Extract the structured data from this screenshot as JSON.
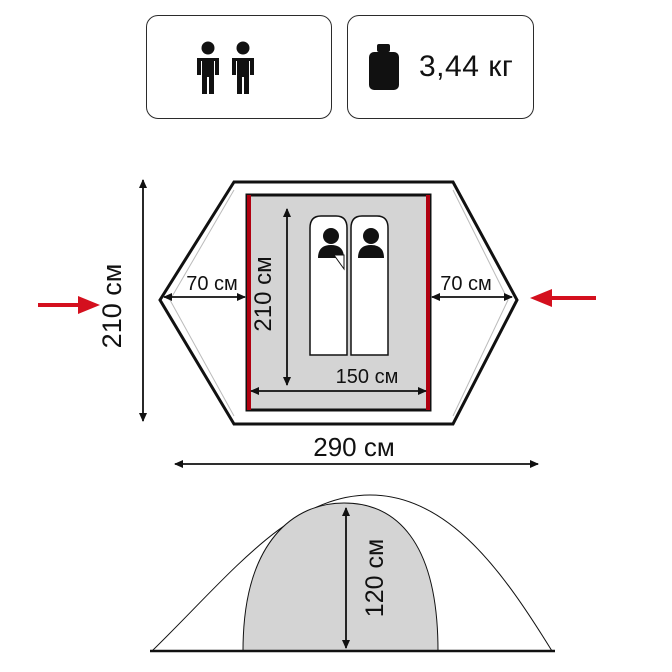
{
  "capacity": {
    "icon": "two-persons-icon"
  },
  "weight": {
    "icon": "weight-icon",
    "label": "3,44 кг"
  },
  "plan": {
    "outer_width": "290 см",
    "outer_depth": "210 см",
    "vestibule_left": "70 см",
    "vestibule_right": "70 см",
    "inner_width": "150 см",
    "inner_depth": "210 см"
  },
  "elevation": {
    "height": "120 см"
  },
  "colors": {
    "arrow_red": "#d4101e",
    "inner_wall": "#b00010",
    "floor": "#d4d4d4",
    "outline": "#111111"
  }
}
